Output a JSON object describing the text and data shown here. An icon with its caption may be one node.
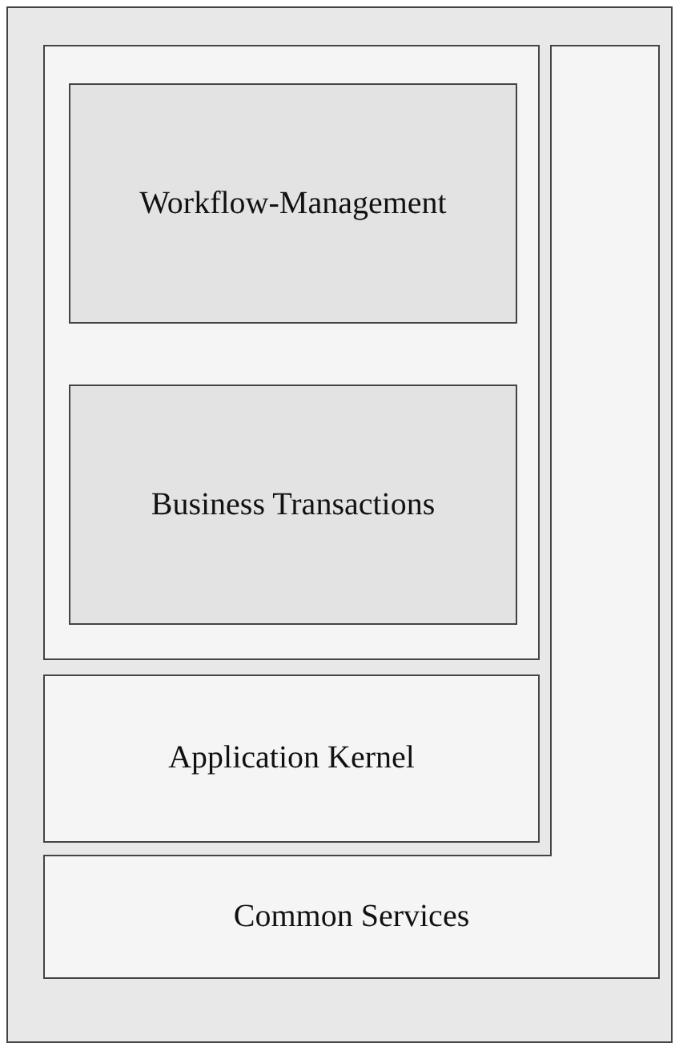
{
  "diagram": {
    "nodes": [
      {
        "text": [],
        "shape": "box"
      },
      {
        "text": [
          "Common Services"
        ],
        "in": 0
      },
      {
        "text": [],
        "shape": "box",
        "in": 0
      },
      {
        "text": [
          "Workflow-Management"
        ],
        "in": 2
      },
      {
        "text": [
          "Business Transactions"
        ],
        "in": 2
      },
      {
        "text": [
          "Application Kernel"
        ],
        "in": 0
      }
    ]
  }
}
